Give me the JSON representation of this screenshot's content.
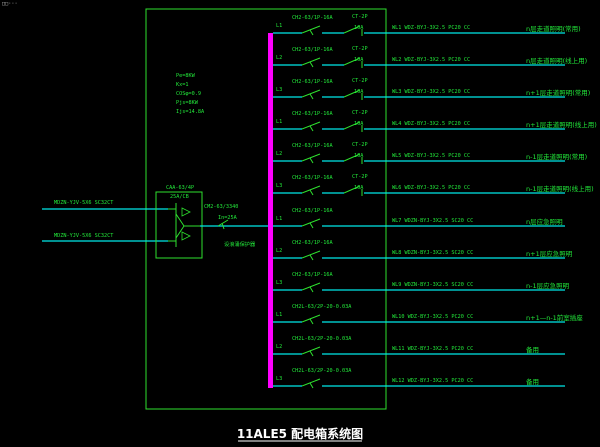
{
  "header_text": "□□···",
  "title": "11ALE5 配电箱系统图",
  "incoming": [
    {
      "cable": "MDZN-YJV-5X6 SC32CT"
    },
    {
      "cable": "MDZN-YJV-5X6 SC32CT"
    }
  ],
  "params": [
    "Pe=8KW",
    "Kx=1",
    "COSφ=0.9",
    "Pjs=8KW",
    "Ijs=14.8A"
  ],
  "transfer_switch": {
    "model": "CAA-63/4P",
    "rating": "25A/CB"
  },
  "main_breaker": {
    "model": "CM2-63/3340",
    "setting": "In=25A",
    "note": "设浪涌保护器"
  },
  "branches": [
    {
      "phase": "L1",
      "breaker": "CH2-63/1P-16A",
      "contactor": "CT-2P",
      "contactor_rating": "16A",
      "cable": "WL1 WDZ-BYJ-3X2.5 PC20 CC",
      "load": "n层走道照明(常用)"
    },
    {
      "phase": "L2",
      "breaker": "CH2-63/1P-16A",
      "contactor": "CT-2P",
      "contactor_rating": "16A",
      "cable": "WL2 WDZ-BYJ-3X2.5 PC20 CC",
      "load": "n层走道照明(线上用)"
    },
    {
      "phase": "L3",
      "breaker": "CH2-63/1P-16A",
      "contactor": "CT-2P",
      "contactor_rating": "16A",
      "cable": "WL3 WDZ-BYJ-3X2.5 PC20 CC",
      "load": "n+1层走道照明(常用)"
    },
    {
      "phase": "L1",
      "breaker": "CH2-63/1P-16A",
      "contactor": "CT-2P",
      "contactor_rating": "16A",
      "cable": "WL4 WDZ-BYJ-3X2.5 PC20 CC",
      "load": "n+1层走道照明(线上用)"
    },
    {
      "phase": "L2",
      "breaker": "CH2-63/1P-16A",
      "contactor": "CT-2P",
      "contactor_rating": "16A",
      "cable": "WL5 WDZ-BYJ-3X2.5 PC20 CC",
      "load": "n-1层走道照明(常用)"
    },
    {
      "phase": "L3",
      "breaker": "CH2-63/1P-16A",
      "contactor": "CT-2P",
      "contactor_rating": "16A",
      "cable": "WL6 WDZ-BYJ-3X2.5 PC20 CC",
      "load": "n-1层走道照明(线上用)"
    },
    {
      "phase": "L1",
      "breaker": "CH2-63/1P-16A",
      "contactor": "",
      "contactor_rating": "",
      "cable": "WL7 WDZN-BYJ-3X2.5 SC20 CC",
      "load": "n层应急照明"
    },
    {
      "phase": "L2",
      "breaker": "CH2-63/1P-16A",
      "contactor": "",
      "contactor_rating": "",
      "cable": "WL8 WDZN-BYJ-3X2.5 SC20 CC",
      "load": "n+1层应急照明"
    },
    {
      "phase": "L3",
      "breaker": "CH2-63/1P-16A",
      "contactor": "",
      "contactor_rating": "",
      "cable": "WL9 WDZN-BYJ-3X2.5 SC20 CC",
      "load": "n-1层应急照明"
    },
    {
      "phase": "L1",
      "breaker": "CH2L-63/2P-20-0.03A",
      "contactor": "",
      "contactor_rating": "",
      "cable": "WL10 WDZ-BYJ-3X2.5 PC20 CC",
      "load": "n+1—n-1前室插座"
    },
    {
      "phase": "L2",
      "breaker": "CH2L-63/2P-20-0.03A",
      "contactor": "",
      "contactor_rating": "",
      "cable": "WL11 WDZ-BYJ-3X2.5 PC20 CC",
      "load": "备用"
    },
    {
      "phase": "L3",
      "breaker": "CH2L-63/2P-20-0.03A",
      "contactor": "",
      "contactor_rating": "",
      "cable": "WL12 WDZ-BYJ-3X2.5 PC20 CC",
      "load": "备用"
    }
  ],
  "colors": {
    "background": "#000000",
    "wire": "#00e8e8",
    "label": "#22e83a",
    "busbar": "#ff00ff",
    "frame": "#2ee02e",
    "title": "#ffffff"
  }
}
